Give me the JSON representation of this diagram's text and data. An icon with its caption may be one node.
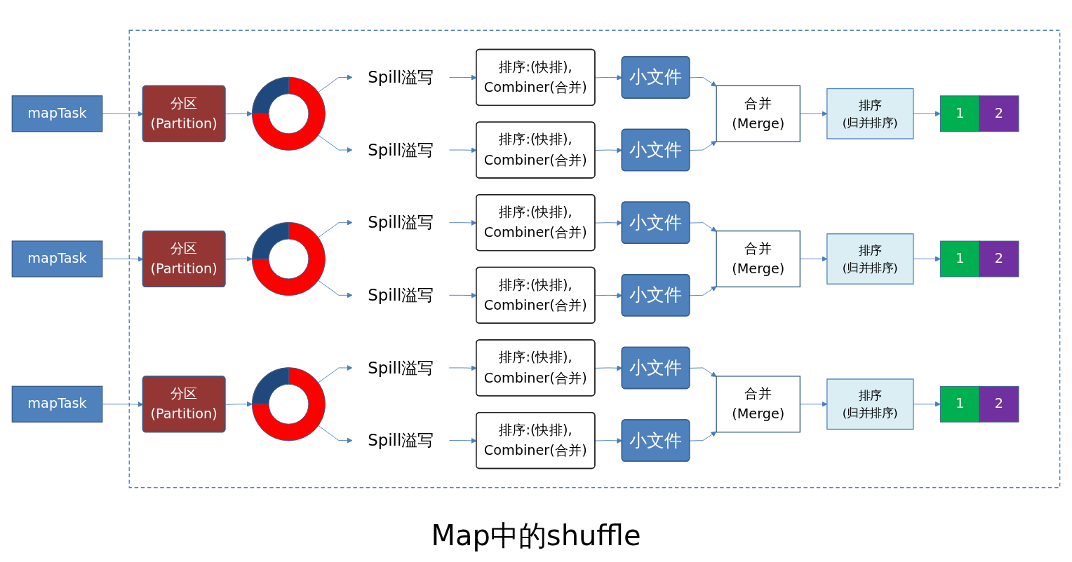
{
  "diagram": {
    "caption": "Map中的shuffle",
    "nodes": [
      {
        "text": [],
        "shape": "box"
      },
      {
        "text": [
          "mapTask"
        ]
      },
      {
        "text": [
          "分区",
          "(Partition)"
        ],
        "in": 0
      },
      {
        "text": [],
        "shape": "circle",
        "in": 0
      },
      {
        "text": [
          "Spill溢写"
        ],
        "in": 0
      },
      {
        "text": [
          "Spill溢写"
        ],
        "in": 0
      },
      {
        "text": [
          "排序:(快排),",
          "Combiner(合并)"
        ],
        "in": 0
      },
      {
        "text": [
          "排序:(快排),",
          "Combiner(合并)"
        ],
        "in": 0
      },
      {
        "text": [
          "小文件"
        ],
        "in": 0
      },
      {
        "text": [
          "小文件"
        ],
        "in": 0
      },
      {
        "text": [
          "合并",
          "(Merge)"
        ],
        "in": 0
      },
      {
        "text": [
          "排序",
          "(归并排序)"
        ],
        "in": 0
      },
      {
        "text": [
          "1"
        ],
        "in": 0
      },
      {
        "text": [
          "2"
        ],
        "in": 0
      },
      {
        "text": [
          "mapTask"
        ]
      },
      {
        "text": [
          "分区",
          "(Partition)"
        ],
        "in": 0
      },
      {
        "text": [],
        "shape": "circle",
        "in": 0
      },
      {
        "text": [
          "Spill溢写"
        ],
        "in": 0
      },
      {
        "text": [
          "Spill溢写"
        ],
        "in": 0
      },
      {
        "text": [
          "排序:(快排),",
          "Combiner(合并)"
        ],
        "in": 0
      },
      {
        "text": [
          "排序:(快排),",
          "Combiner(合并)"
        ],
        "in": 0
      },
      {
        "text": [
          "小文件"
        ],
        "in": 0
      },
      {
        "text": [
          "小文件"
        ],
        "in": 0
      },
      {
        "text": [
          "合并",
          "(Merge)"
        ],
        "in": 0
      },
      {
        "text": [
          "排序",
          "(归并排序)"
        ],
        "in": 0
      },
      {
        "text": [
          "1"
        ],
        "in": 0
      },
      {
        "text": [
          "2"
        ],
        "in": 0
      },
      {
        "text": [
          "mapTask"
        ]
      },
      {
        "text": [
          "分区",
          "(Partition)"
        ],
        "in": 0
      },
      {
        "text": [],
        "shape": "circle",
        "in": 0
      },
      {
        "text": [
          "Spill溢写"
        ],
        "in": 0
      },
      {
        "text": [
          "Spill溢写"
        ],
        "in": 0
      },
      {
        "text": [
          "排序:(快排),",
          "Combiner(合并)"
        ],
        "in": 0
      },
      {
        "text": [
          "排序:(快排),",
          "Combiner(合并)"
        ],
        "in": 0
      },
      {
        "text": [
          "小文件"
        ],
        "in": 0
      },
      {
        "text": [
          "小文件"
        ],
        "in": 0
      },
      {
        "text": [
          "合并",
          "(Merge)"
        ],
        "in": 0
      },
      {
        "text": [
          "排序",
          "(归并排序)"
        ],
        "in": 0
      },
      {
        "text": [
          "1"
        ],
        "in": 0
      },
      {
        "text": [
          "2"
        ],
        "in": 0
      }
    ],
    "edges": [
      {
        "from": 1,
        "to": 2,
        "arrow": "to"
      },
      {
        "from": 2,
        "to": 3,
        "arrow": "to"
      },
      {
        "from": 3,
        "to": 4,
        "arrow": "to"
      },
      {
        "from": 3,
        "to": 5,
        "arrow": "to"
      },
      {
        "from": 4,
        "to": 6,
        "arrow": "to"
      },
      {
        "from": 5,
        "to": 7,
        "arrow": "to"
      },
      {
        "from": 6,
        "to": 8,
        "arrow": "to"
      },
      {
        "from": 7,
        "to": 9,
        "arrow": "to"
      },
      {
        "from": 8,
        "to": 10,
        "arrow": "to"
      },
      {
        "from": 9,
        "to": 10,
        "arrow": "to"
      },
      {
        "from": 10,
        "to": 11,
        "arrow": "to"
      },
      {
        "from": 11,
        "to": 12,
        "arrow": "to"
      },
      {
        "from": 14,
        "to": 15,
        "arrow": "to"
      },
      {
        "from": 15,
        "to": 16,
        "arrow": "to"
      },
      {
        "from": 16,
        "to": 17,
        "arrow": "to"
      },
      {
        "from": 16,
        "to": 18,
        "arrow": "to"
      },
      {
        "from": 17,
        "to": 19,
        "arrow": "to"
      },
      {
        "from": 18,
        "to": 20,
        "arrow": "to"
      },
      {
        "from": 19,
        "to": 21,
        "arrow": "to"
      },
      {
        "from": 20,
        "to": 22,
        "arrow": "to"
      },
      {
        "from": 21,
        "to": 23,
        "arrow": "to"
      },
      {
        "from": 22,
        "to": 23,
        "arrow": "to"
      },
      {
        "from": 23,
        "to": 24,
        "arrow": "to"
      },
      {
        "from": 24,
        "to": 25,
        "arrow": "to"
      },
      {
        "from": 27,
        "to": 28,
        "arrow": "to"
      },
      {
        "from": 28,
        "to": 29,
        "arrow": "to"
      },
      {
        "from": 29,
        "to": 30,
        "arrow": "to"
      },
      {
        "from": 29,
        "to": 31,
        "arrow": "to"
      },
      {
        "from": 30,
        "to": 32,
        "arrow": "to"
      },
      {
        "from": 31,
        "to": 33,
        "arrow": "to"
      },
      {
        "from": 32,
        "to": 34,
        "arrow": "to"
      },
      {
        "from": 33,
        "to": 35,
        "arrow": "to"
      },
      {
        "from": 34,
        "to": 36,
        "arrow": "to"
      },
      {
        "from": 35,
        "to": 36,
        "arrow": "to"
      },
      {
        "from": 36,
        "to": 37,
        "arrow": "to"
      },
      {
        "from": 37,
        "to": 38,
        "arrow": "to"
      }
    ]
  }
}
